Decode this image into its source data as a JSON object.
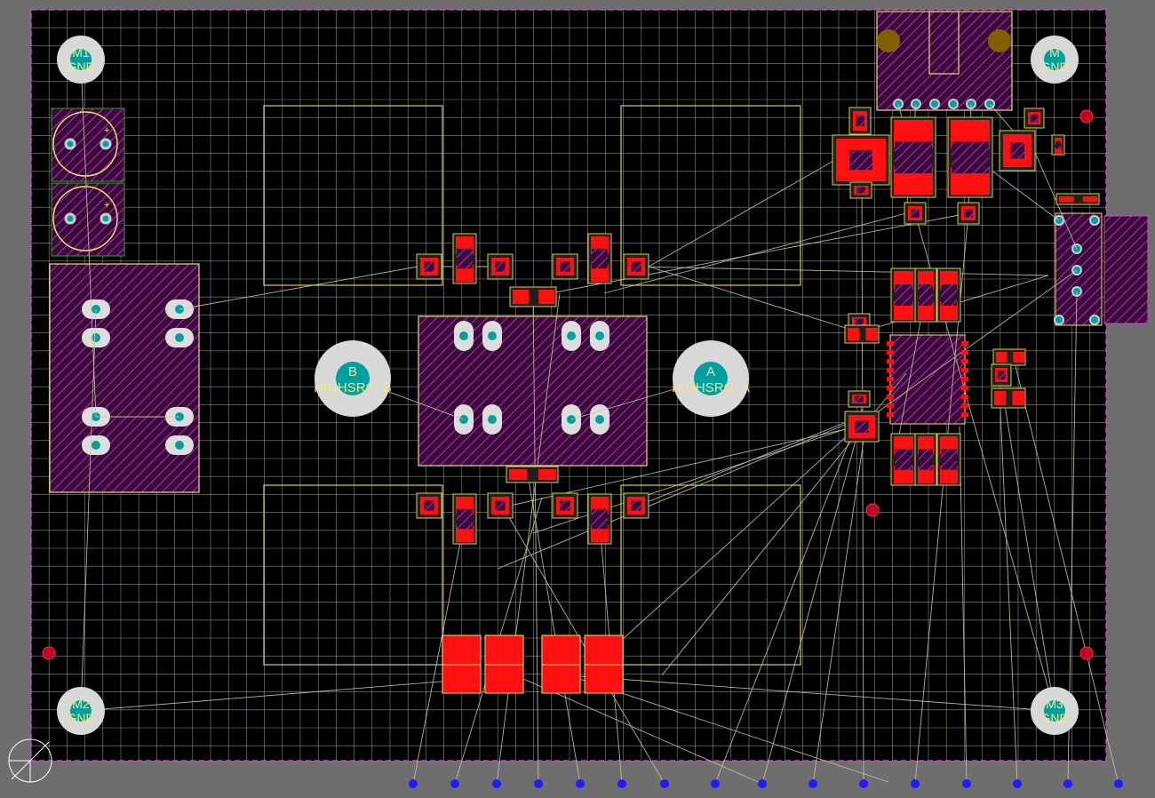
{
  "app": {
    "view": "pcb-layout"
  },
  "colors": {
    "background": "#6e6e6e",
    "board": "#000000",
    "grid": "#8a8a8a",
    "outline": "#d040d0",
    "silkscreen": "#e8e070",
    "pad_smd": "#ff1010",
    "pad_th": "#00a0a0",
    "ratsnest": "#c8c8a0",
    "hatch": "#a020a0",
    "via": "#1c1cff"
  },
  "mount_holes": [
    {
      "id": "M1",
      "net": "GND"
    },
    {
      "id": "M",
      "net": "GND"
    },
    {
      "id": "M2",
      "net": "GND"
    },
    {
      "id": "M3",
      "net": "GND"
    }
  ],
  "test_points": [
    {
      "id": "B",
      "net": "HIGHSRC_B"
    },
    {
      "id": "A",
      "net": "HIGHSRC_A"
    }
  ],
  "polarity_mark": "+",
  "origin_marker_icon": "origin-crosshair-icon"
}
